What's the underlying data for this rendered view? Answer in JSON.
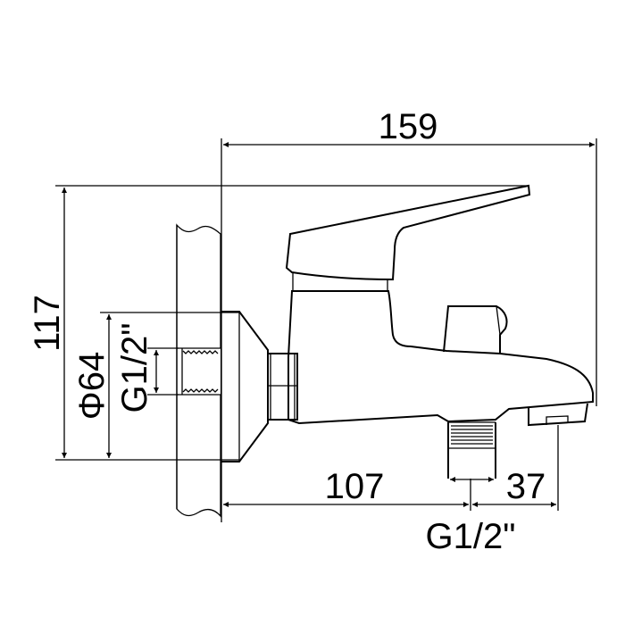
{
  "drawing": {
    "dimensions": {
      "overall_width": "159",
      "overall_height": "117",
      "flange_diameter": "Φ64",
      "inlet_thread": "G1/2\"",
      "wall_to_outlet": "107",
      "outlet_to_spout": "37",
      "outlet_thread": "G1/2\""
    }
  }
}
